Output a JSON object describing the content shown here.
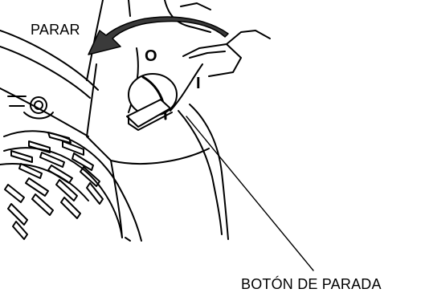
{
  "labels": {
    "stop": "PARAR",
    "stop_button": "BOTÓN DE PARADA"
  },
  "switch_marks": {
    "off": "O",
    "on": "I"
  },
  "colors": {
    "ink": "#000000",
    "paper": "#ffffff",
    "arrow_fill": "#3a3a3a"
  }
}
